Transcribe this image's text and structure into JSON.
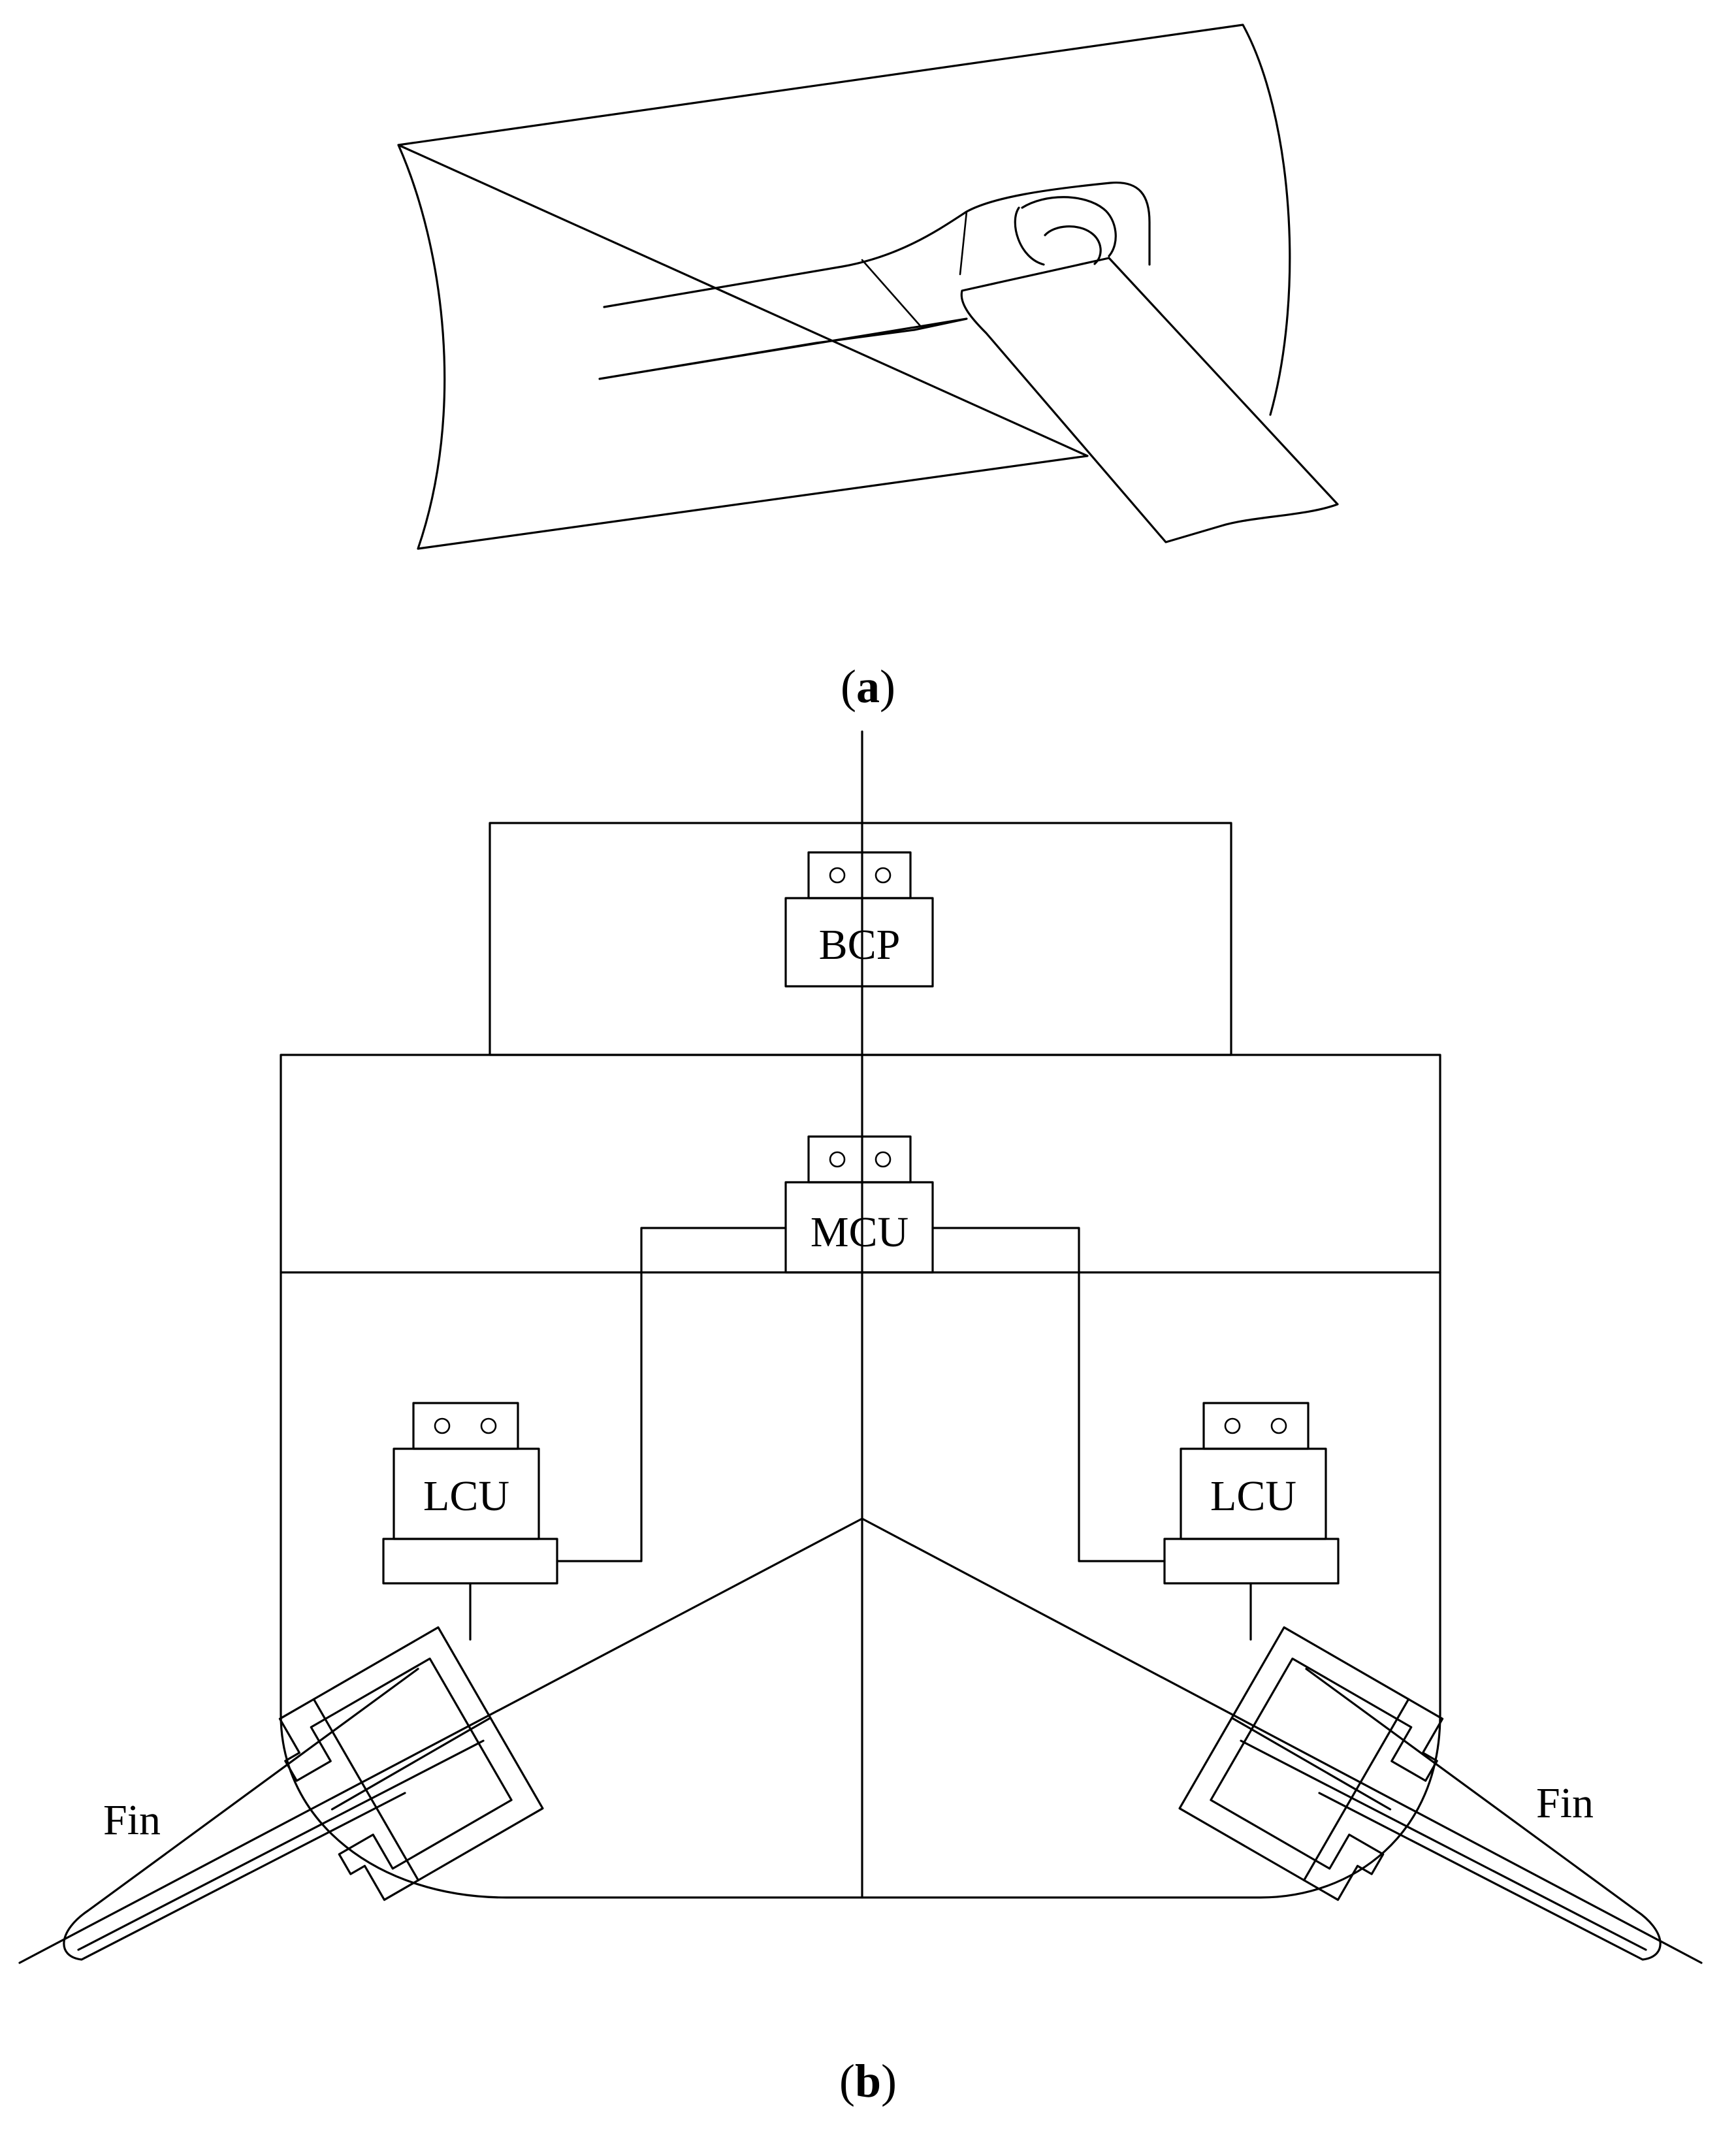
{
  "panel_a": {
    "caption_open": "(",
    "caption_letter": "a",
    "caption_close": ")"
  },
  "panel_b": {
    "caption_open": "(",
    "caption_letter": "b",
    "caption_close": ")",
    "units": {
      "bcp": "BCP",
      "mcu": "MCU",
      "lcu_left": "LCU",
      "lcu_right": "LCU"
    },
    "fin_left": "Fin",
    "fin_right": "Fin"
  }
}
